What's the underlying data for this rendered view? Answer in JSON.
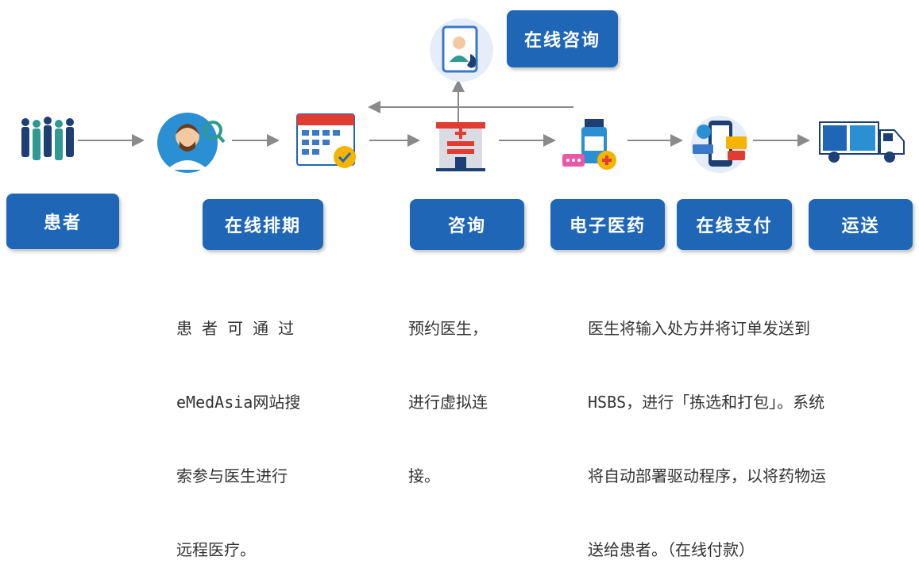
{
  "boxes": {
    "online_consult": "在线咨询",
    "patient": "患者",
    "online_schedule": "在线排期",
    "consult": "咨询",
    "e_pharmacy": "电子医药",
    "online_pay": "在线支付",
    "delivery": "运送"
  },
  "descriptions": {
    "schedule": [
      "患 者 可 通 过",
      "eMedAsia网站搜",
      "索参与医生进行",
      "远程医疗。"
    ],
    "consult": [
      "预约医生，",
      "进行虚拟连",
      "接。"
    ],
    "pharmacy": [
      "医生将输入处方并将订单发送到",
      "HSBS，进行「拣选和打包」。系统",
      "将自动部署驱动程序，以将药物运",
      "送给患者。（在线付款）"
    ]
  },
  "icons": {
    "phone_consult": "doctor-phone-icon",
    "patients": "patients-group-icon",
    "doctor": "doctor-search-icon",
    "calendar": "calendar-check-icon",
    "hospital": "hospital-icon",
    "medicine": "medicine-icon",
    "payment": "online-payment-icon",
    "truck": "delivery-truck-icon"
  },
  "colors": {
    "box": "#1f67b6",
    "arrow": "#8a8a8a",
    "text": "#333333"
  }
}
